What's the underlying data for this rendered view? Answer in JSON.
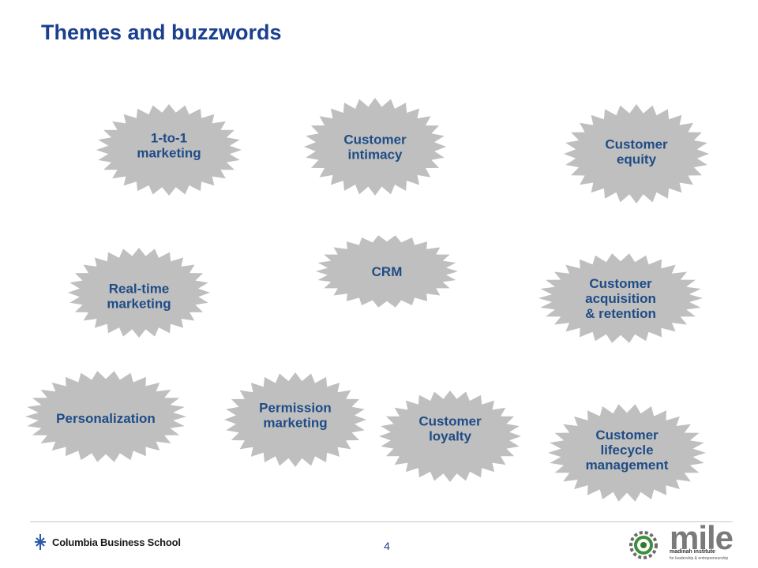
{
  "title": "Themes and buzzwords",
  "colors": {
    "title": "#1a3f8f",
    "burst_fill": "#bfbfbf",
    "burst_text": "#1f4c86"
  },
  "bursts": [
    {
      "id": "one-to-one-marketing",
      "lines": [
        "1-to-1",
        "marketing"
      ]
    },
    {
      "id": "customer-intimacy",
      "lines": [
        "Customer",
        "intimacy"
      ]
    },
    {
      "id": "customer-equity",
      "lines": [
        "Customer",
        "equity"
      ]
    },
    {
      "id": "real-time-marketing",
      "lines": [
        "Real-time",
        "marketing"
      ]
    },
    {
      "id": "crm",
      "lines": [
        "CRM"
      ]
    },
    {
      "id": "customer-acquisition-retention",
      "lines": [
        "Customer",
        "acquisition",
        "& retention"
      ]
    },
    {
      "id": "personalization",
      "lines": [
        "Personalization"
      ]
    },
    {
      "id": "permission-marketing",
      "lines": [
        "Permission",
        "marketing"
      ]
    },
    {
      "id": "customer-loyalty",
      "lines": [
        "Customer",
        "loyalty"
      ]
    },
    {
      "id": "customer-lifecycle-management",
      "lines": [
        "Customer",
        "lifecycle",
        "management"
      ]
    }
  ],
  "footer": {
    "school": "Columbia Business School",
    "page_number": "4",
    "mile_word": "mile",
    "mile_subtitle": "madinah institute",
    "mile_tagline": "for leadership & entrepreneurship"
  }
}
